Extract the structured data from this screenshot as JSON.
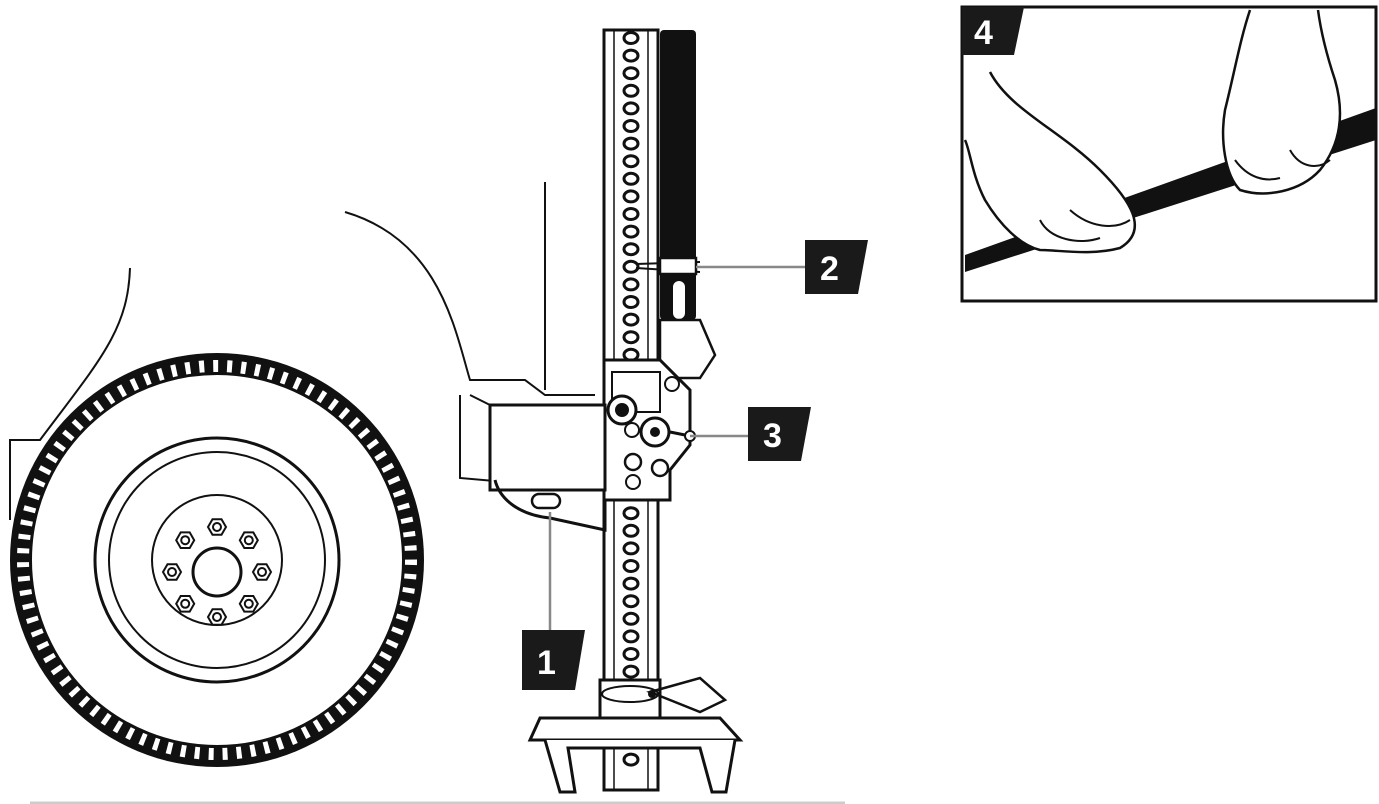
{
  "callouts": [
    {
      "id": "1",
      "label": "1"
    },
    {
      "id": "2",
      "label": "2"
    },
    {
      "id": "3",
      "label": "3"
    },
    {
      "id": "4",
      "label": "4"
    }
  ],
  "colors": {
    "ink": "#111111",
    "paper": "#ffffff",
    "ground": "#cccccc",
    "callout_bg": "#1a1a1a",
    "callout_text": "#ffffff"
  },
  "icons": {
    "vehicle": "vehicle-body-outline",
    "tire": "tire-icon",
    "jack": "high-lift-jack-icon",
    "hands": "hands-gripping-handle-icon"
  }
}
